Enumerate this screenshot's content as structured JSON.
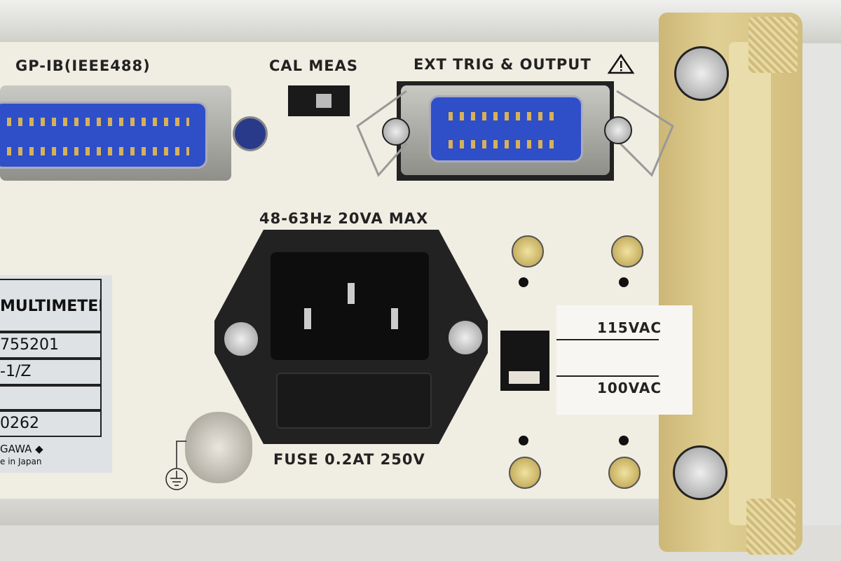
{
  "labels": {
    "gpib": "GP-IB(IEEE488)",
    "cal_meas": "CAL MEAS",
    "ext_trig": "EXT TRIG & OUTPUT",
    "power_rating": "48-63Hz 20VA MAX",
    "fuse": "FUSE 0.2AT 250V",
    "voltage_115": "115VAC",
    "voltage_100": "100VAC"
  },
  "nameplate": {
    "product": "MULTIMETER",
    "model": "755201",
    "suffix": "-1/Z",
    "blank": "",
    "serial": "0262",
    "maker": "GAWA ◆",
    "origin": "e in Japan"
  },
  "icons": {
    "warning": "warning-triangle-icon",
    "ground": "ground-icon"
  },
  "colors": {
    "panel": "#f0ede2",
    "connector": "#2f4fc8",
    "handle": "#d8c48a"
  }
}
